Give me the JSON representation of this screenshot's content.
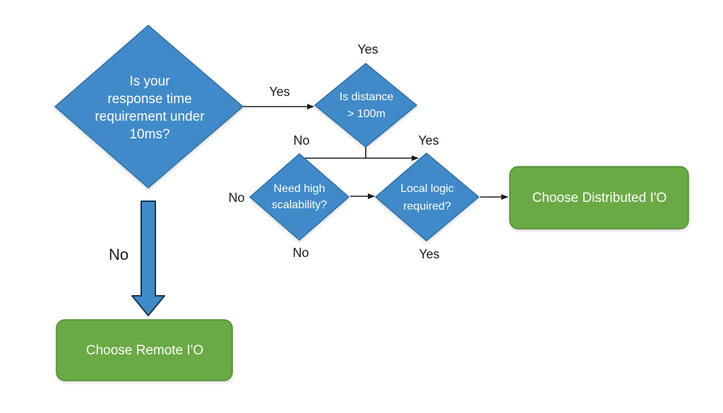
{
  "colors": {
    "decision_fill": "#3f8ac9",
    "decision_stroke": "#2f6fa6",
    "result_fill": "#6aaa45",
    "result_stroke": "#4f8a30",
    "big_arrow_fill": "#3f8ac9",
    "big_arrow_stroke": "#17344f",
    "line": "#1a1a1a",
    "label": "#1a1a1a"
  },
  "nodes": {
    "q_response_time": {
      "lines": [
        "Is your",
        "response time",
        "requirement under",
        "10ms?"
      ]
    },
    "q_distance": {
      "lines": [
        "Is distance",
        "> 100m"
      ]
    },
    "q_scalability": {
      "lines": [
        "Need high",
        "scalability?"
      ]
    },
    "q_local_logic": {
      "lines": [
        "Local logic",
        "required?"
      ]
    },
    "r_distributed": {
      "label": "Choose Distributed I'O"
    },
    "r_remote": {
      "label": "Choose Remote I'O"
    }
  },
  "edge_labels": {
    "response_yes": "Yes",
    "response_no": "No",
    "distance_yes_top": "Yes",
    "distance_no": "No",
    "distance_yes": "Yes",
    "scalability_no_left": "No",
    "scalability_no_bottom": "No",
    "local_logic_yes": "Yes"
  }
}
